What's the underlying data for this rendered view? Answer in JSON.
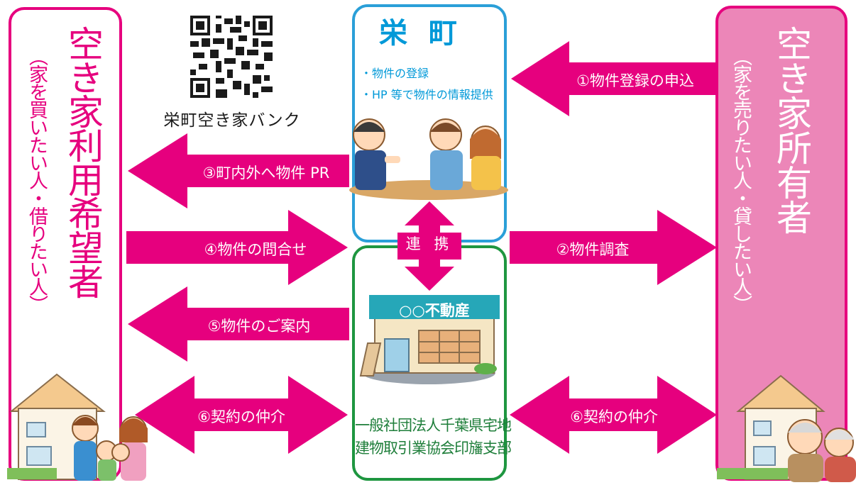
{
  "left_party": {
    "title": "空き家利用希望者",
    "subtitle": "（家を買いたい人・借りたい人）"
  },
  "right_party": {
    "title": "空き家所有者",
    "subtitle": "（家を売りたい人・貸したい人）"
  },
  "qr": {
    "caption": "栄町空き家バンク"
  },
  "town": {
    "title": "栄 町",
    "bullets": [
      "・物件の登録",
      "・HP 等で物件の情報提供"
    ]
  },
  "link_label": "連 携",
  "realtor": {
    "sign": "○○不動産",
    "name_lines": [
      "一般社団法人千葉県宅地",
      "建物取引業協会印旛支部"
    ]
  },
  "arrows": {
    "a1": "①物件登録の申込",
    "a2": "②物件調査",
    "a3": "③町内外へ物件 PR",
    "a4": "④物件の問合せ",
    "a5": "⑤物件のご案内",
    "a6_left": "⑥契約の仲介",
    "a6_right": "⑥契約の仲介"
  },
  "colors": {
    "magenta": "#e6007e",
    "pink_panel": "#ec86b8",
    "blue_border": "#2a9fd8",
    "green_border": "#1e9640",
    "teal_title": "#0099d8"
  }
}
